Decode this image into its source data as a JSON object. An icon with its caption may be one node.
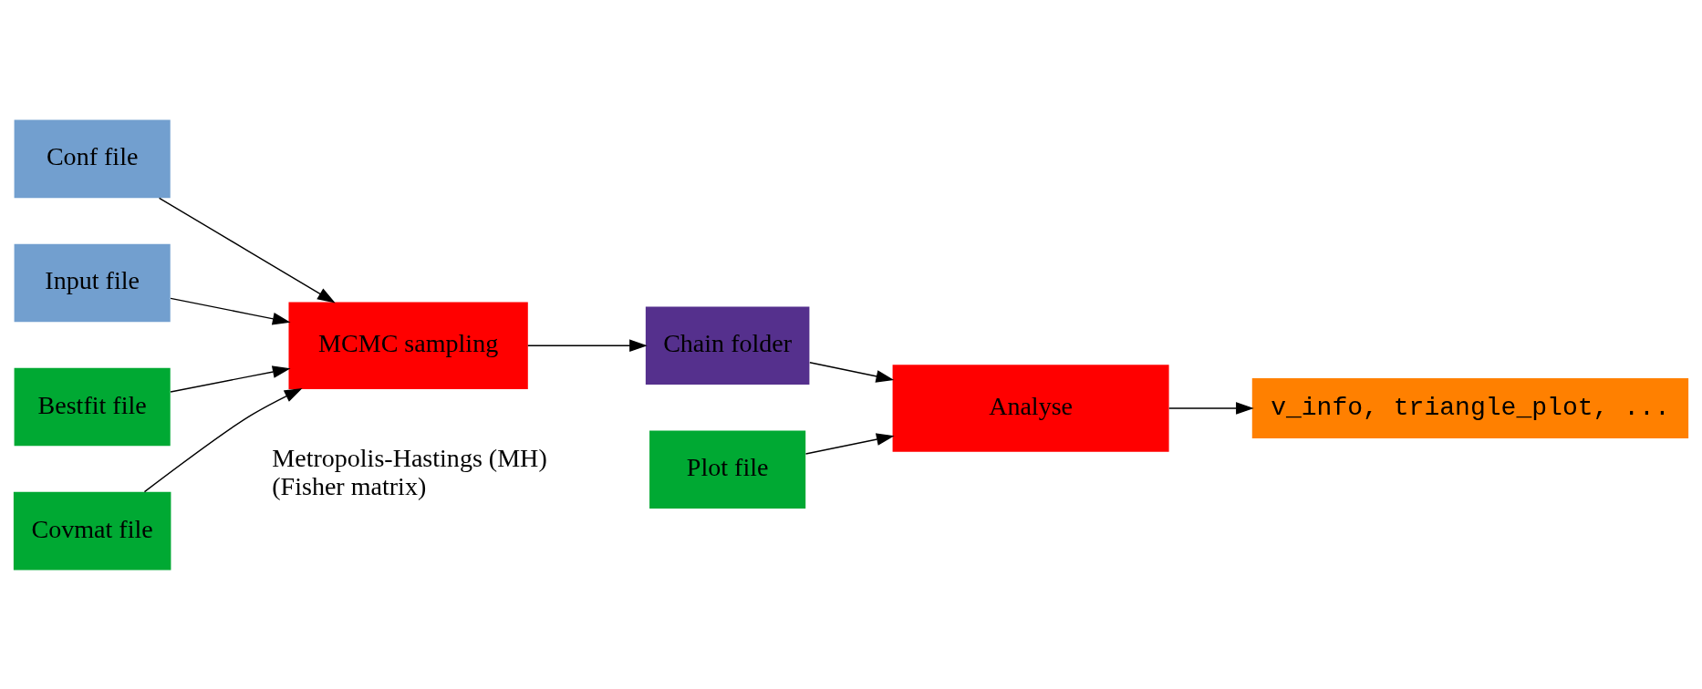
{
  "diagram": {
    "nodes": [
      {
        "text": [
          "Conf file"
        ]
      },
      {
        "text": [
          "Input file"
        ]
      },
      {
        "text": [
          "Bestfit file"
        ]
      },
      {
        "text": [
          "Covmat file"
        ]
      },
      {
        "text": [
          "MCMC sampling"
        ],
        "beside": [
          "Metropolis-Hastings (MH)",
          "(Fisher matrix)"
        ]
      },
      {
        "text": [
          "Chain folder"
        ]
      },
      {
        "text": [
          "Plot file"
        ]
      },
      {
        "text": [
          "Analyse"
        ]
      },
      {
        "text": [
          "v_info, triangle_plot, ..."
        ]
      }
    ],
    "edges": [
      {
        "from": 0,
        "to": 4,
        "arrow": "to"
      },
      {
        "from": 1,
        "to": 4,
        "arrow": "to"
      },
      {
        "from": 2,
        "to": 4,
        "arrow": "to"
      },
      {
        "from": 3,
        "to": 4,
        "arrow": "to"
      },
      {
        "from": 4,
        "to": 5,
        "arrow": "to"
      },
      {
        "from": 5,
        "to": 7,
        "arrow": "to"
      },
      {
        "from": 6,
        "to": 7,
        "arrow": "to"
      },
      {
        "from": 7,
        "to": 8,
        "arrow": "to"
      }
    ]
  }
}
